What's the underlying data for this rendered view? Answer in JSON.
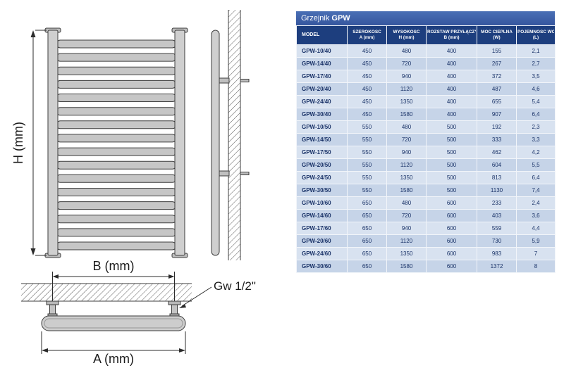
{
  "diagram": {
    "labels": {
      "height": "H (mm)",
      "width_b": "B (mm)",
      "width_a": "A (mm)",
      "thread": "Gw 1/2\""
    }
  },
  "table": {
    "title_prefix": "Grzejnik ",
    "title_model": "GPW",
    "columns": [
      {
        "line1": "MODEL",
        "line2": ""
      },
      {
        "line1": "SZEROKOŚĆ",
        "line2": "A (mm)"
      },
      {
        "line1": "WYSOKOŚĆ",
        "line2": "H (mm)"
      },
      {
        "line1": "ROZSTAW PRZYŁĄCZY",
        "line2": "B (mm)"
      },
      {
        "line1": "MOC CIEPLNA",
        "line2": "(W)"
      },
      {
        "line1": "POJEMNOŚĆ WODY",
        "line2": "(L)"
      }
    ],
    "rows": [
      [
        "GPW-10/40",
        "450",
        "480",
        "400",
        "155",
        "2,1"
      ],
      [
        "GPW-14/40",
        "450",
        "720",
        "400",
        "267",
        "2,7"
      ],
      [
        "GPW-17/40",
        "450",
        "940",
        "400",
        "372",
        "3,5"
      ],
      [
        "GPW-20/40",
        "450",
        "1120",
        "400",
        "487",
        "4,6"
      ],
      [
        "GPW-24/40",
        "450",
        "1350",
        "400",
        "655",
        "5,4"
      ],
      [
        "GPW-30/40",
        "450",
        "1580",
        "400",
        "907",
        "6,4"
      ],
      [
        "GPW-10/50",
        "550",
        "480",
        "500",
        "192",
        "2,3"
      ],
      [
        "GPW-14/50",
        "550",
        "720",
        "500",
        "333",
        "3,3"
      ],
      [
        "GPW-17/50",
        "550",
        "940",
        "500",
        "462",
        "4,2"
      ],
      [
        "GPW-20/50",
        "550",
        "1120",
        "500",
        "604",
        "5,5"
      ],
      [
        "GPW-24/50",
        "550",
        "1350",
        "500",
        "813",
        "6,4"
      ],
      [
        "GPW-30/50",
        "550",
        "1580",
        "500",
        "1130",
        "7,4"
      ],
      [
        "GPW-10/60",
        "650",
        "480",
        "600",
        "233",
        "2,4"
      ],
      [
        "GPW-14/60",
        "650",
        "720",
        "600",
        "403",
        "3,6"
      ],
      [
        "GPW-17/60",
        "650",
        "940",
        "600",
        "559",
        "4,4"
      ],
      [
        "GPW-20/60",
        "650",
        "1120",
        "600",
        "730",
        "5,9"
      ],
      [
        "GPW-24/60",
        "650",
        "1350",
        "600",
        "983",
        "7"
      ],
      [
        "GPW-30/60",
        "650",
        "1580",
        "600",
        "1372",
        "8"
      ]
    ]
  }
}
